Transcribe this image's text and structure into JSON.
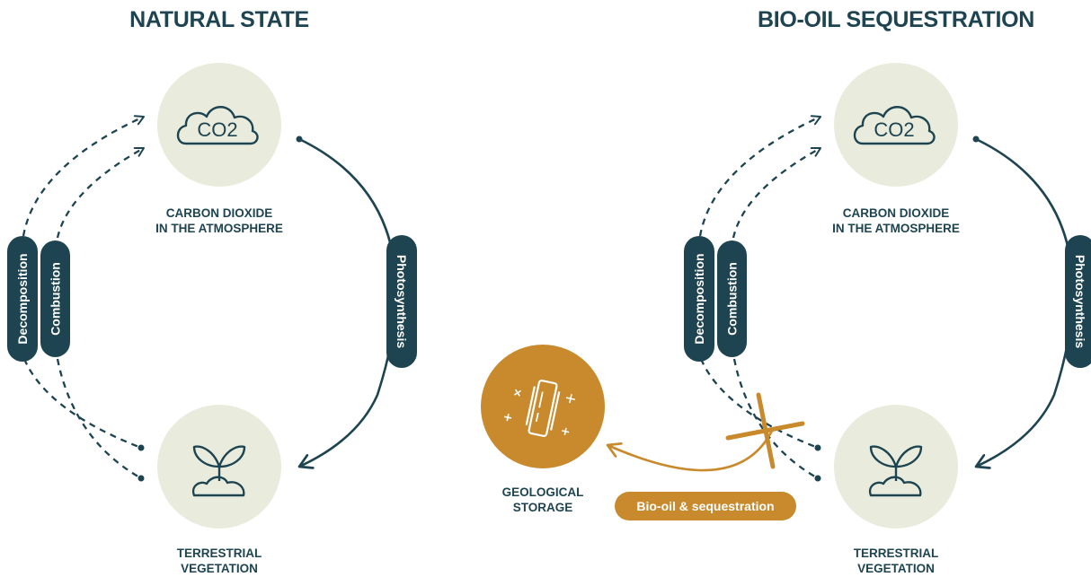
{
  "diagrams": [
    {
      "title": "NATURAL STATE",
      "atmosphere": {
        "line1": "CARBON DIOXIDE",
        "line2": "IN THE ATMOSPHERE",
        "icon": "co2-cloud-icon",
        "icon_text": "CO2"
      },
      "vegetation": {
        "line1": "TERRESTRIAL",
        "line2": "VEGETATION",
        "icon": "sprout-icon"
      },
      "labels": {
        "decomposition": "Decomposition",
        "combustion": "Combustion",
        "photosynthesis": "Photosynthesis"
      }
    },
    {
      "title": "BIO-OIL SEQUESTRATION",
      "atmosphere": {
        "line1": "CARBON DIOXIDE",
        "line2": "IN THE ATMOSPHERE",
        "icon": "co2-cloud-icon",
        "icon_text": "CO2"
      },
      "vegetation": {
        "line1": "TERRESTRIAL",
        "line2": "VEGETATION",
        "icon": "sprout-icon"
      },
      "labels": {
        "decomposition": "Decomposition",
        "combustion": "Combustion",
        "photosynthesis": "Photosynthesis"
      }
    }
  ],
  "storage": {
    "line1": "GEOLOGICAL",
    "line2": "STORAGE",
    "icon": "bio-oil-capsule-icon"
  },
  "sequestration_label": "Bio-oil & sequestration",
  "colors": {
    "dark": "#1d4450",
    "node_fill": "#e9ecdc",
    "accent": "#c88a2c"
  }
}
